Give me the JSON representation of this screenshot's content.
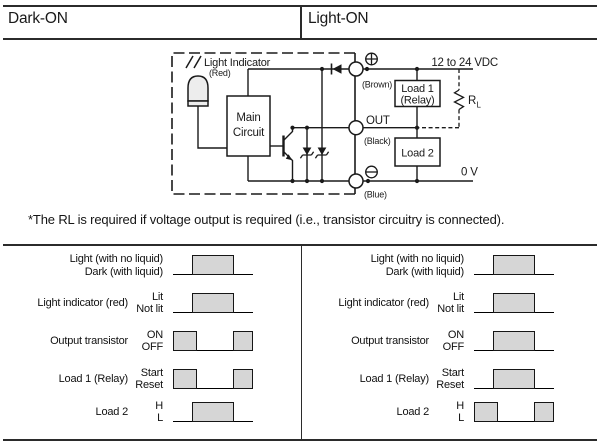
{
  "colors": {
    "ink": "#1a1a1a",
    "rule": "#2b2b2b",
    "pulse_fill": "#d6d6d6",
    "background": "#ffffff"
  },
  "header": {
    "left_label": "Dark-ON",
    "right_label": "Light-ON"
  },
  "circuit": {
    "light_indicator": {
      "label": "Light Indicator",
      "color_note": "(Red)"
    },
    "main_circuit": {
      "line1": "Main",
      "line2": "Circuit"
    },
    "terminals": {
      "plus_wire": "(Brown)",
      "output": "OUT",
      "output_wire": "(Black)",
      "minus_wire": "(Blue)"
    },
    "supply_label": "12 to 24 VDC",
    "zero_volt_label": "0 V",
    "load1": {
      "line1": "Load 1",
      "line2": "(Relay)"
    },
    "load2": {
      "label": "Load 2"
    },
    "rl": {
      "symbol": "R",
      "subscript": "L"
    }
  },
  "note": "*The RL is required if voltage output is required (i.e., transistor circuitry is connected).",
  "timing_panels": [
    {
      "mode": "Dark-ON",
      "rows": [
        {
          "label_line1": "Light (with no liquid)",
          "label_line2": "Dark (with liquid)",
          "wave": "mid"
        },
        {
          "label": "Light indicator (red)",
          "state_top": "Lit",
          "state_bottom": "Not lit",
          "wave": "mid"
        },
        {
          "label": "Output transistor",
          "state_top": "ON",
          "state_bottom": "OFF",
          "wave": "ends"
        },
        {
          "label": "Load 1 (Relay)",
          "state_top": "Start",
          "state_bottom": "Reset",
          "wave": "ends"
        },
        {
          "label": "Load 2",
          "state_top": "H",
          "state_bottom": "L",
          "wave": "mid"
        }
      ]
    },
    {
      "mode": "Light-ON",
      "rows": [
        {
          "label_line1": "Light (with no liquid)",
          "label_line2": "Dark (with liquid)",
          "wave": "mid"
        },
        {
          "label": "Light indicator (red)",
          "state_top": "Lit",
          "state_bottom": "Not lit",
          "wave": "mid"
        },
        {
          "label": "Output transistor",
          "state_top": "ON",
          "state_bottom": "OFF",
          "wave": "mid"
        },
        {
          "label": "Load 1 (Relay)",
          "state_top": "Start",
          "state_bottom": "Reset",
          "wave": "mid"
        },
        {
          "label": "Load 2",
          "state_top": "H",
          "state_bottom": "L",
          "wave": "ends"
        }
      ]
    }
  ]
}
